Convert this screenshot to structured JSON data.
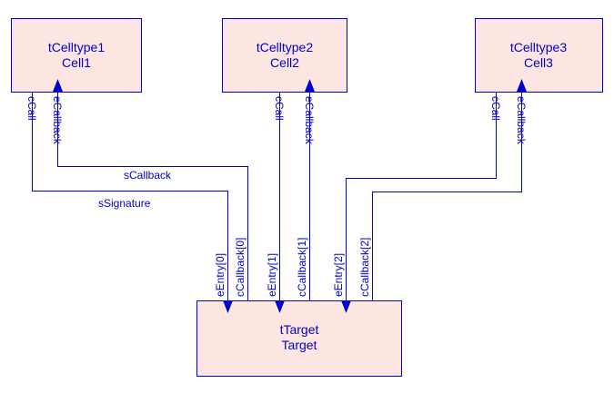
{
  "cells": [
    {
      "id": "cell1",
      "type": "tCelltype1",
      "name": "Cell1",
      "port_call": "cCall",
      "port_callback": "eCallback"
    },
    {
      "id": "cell2",
      "type": "tCelltype2",
      "name": "Cell2",
      "port_call": "cCall",
      "port_callback": "eCallback"
    },
    {
      "id": "cell3",
      "type": "tCelltype3",
      "name": "Cell3",
      "port_call": "cCall",
      "port_callback": "eCallback"
    }
  ],
  "target": {
    "type": "tTarget",
    "name": "Target",
    "ports": [
      "eEntry[0]",
      "cCallback[0]",
      "eEntry[1]",
      "cCallback[1]",
      "eEntry[2]",
      "cCallback[2]"
    ]
  },
  "signatures": {
    "callback": "sCallback",
    "signature": "sSignature"
  },
  "colors": {
    "box_fill": "#fde6e2",
    "line": "#0000cc"
  }
}
